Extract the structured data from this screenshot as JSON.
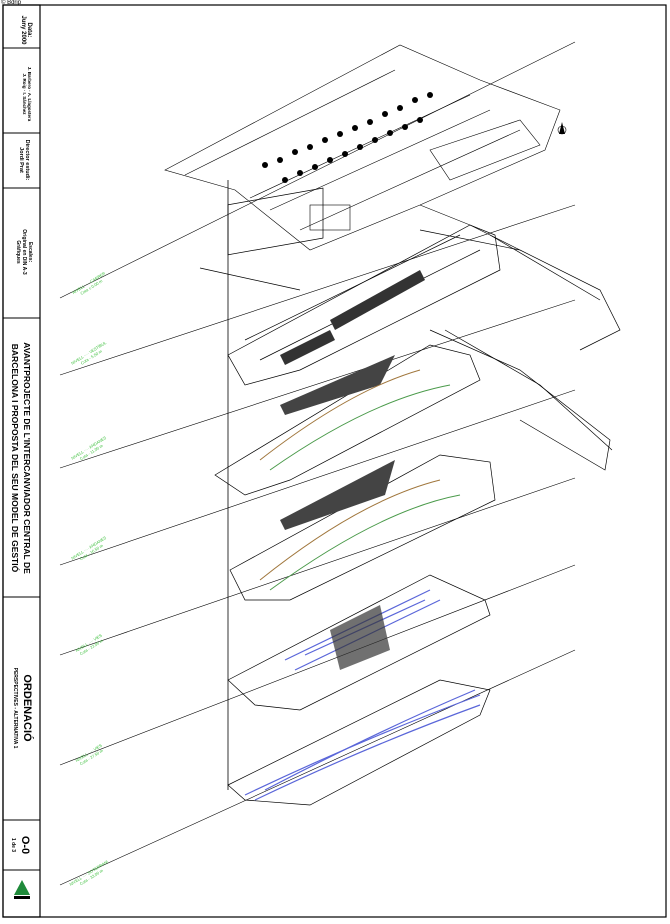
{
  "corner_text": "© Bdrip",
  "title_block": {
    "date_label": "Data:",
    "date_value": "Juny 2000",
    "authors": [
      "J. Barbero",
      "A. Llagostera",
      "J. Roig",
      "I. Sánchez"
    ],
    "director_label": "Director estudi:",
    "director_value": "Jordi Prat",
    "scale_label": "Escales:",
    "scale_value": "Original en DIN A-3",
    "scale_extra": "Gràfiques",
    "project_title_line1": "AVANTPROJECTE DE L'INTERCANVIADOR CENTRAL DE",
    "project_title_line2": "BARCELONA I PROPOSTA DEL SEU MODEL DE GESTIÓ",
    "drawing_title": "ORDENACIÓ",
    "drawing_subtitle": "PERSPECTIVES - ALTERNATIVA 1",
    "sheet_number": "O-0",
    "sheet_of": "1 de 3"
  },
  "level_labels": [
    {
      "line1": "NIVELL ···· CARRER",
      "line2": "Cota ± 0.00 m"
    },
    {
      "line1": "NIVELL ···· VESTÍBUL",
      "line2": "Cota - 5.50 m"
    },
    {
      "line1": "NIVELL ···· ANDANES",
      "line2": "Cota - 11.00 m"
    },
    {
      "line1": "NIVELL ···· ANDANES",
      "line2": "Cota - 16.50 m"
    },
    {
      "line1": "NIVELL ···· VIES",
      "line2": "Cota - 22.00 m"
    },
    {
      "line1": "NIVELL ···· VIES",
      "line2": "Cota - 27.50 m"
    },
    {
      "line1": "NIVELL ···· SOTERRANI",
      "line2": "Cota - 33.00 m"
    }
  ],
  "colors": {
    "level_label": "#3cbf3c",
    "track_blue": "#5a66d9",
    "track_green": "#4a9a4a",
    "track_brown": "#a0763c",
    "logo_green": "#1f8a3a"
  }
}
